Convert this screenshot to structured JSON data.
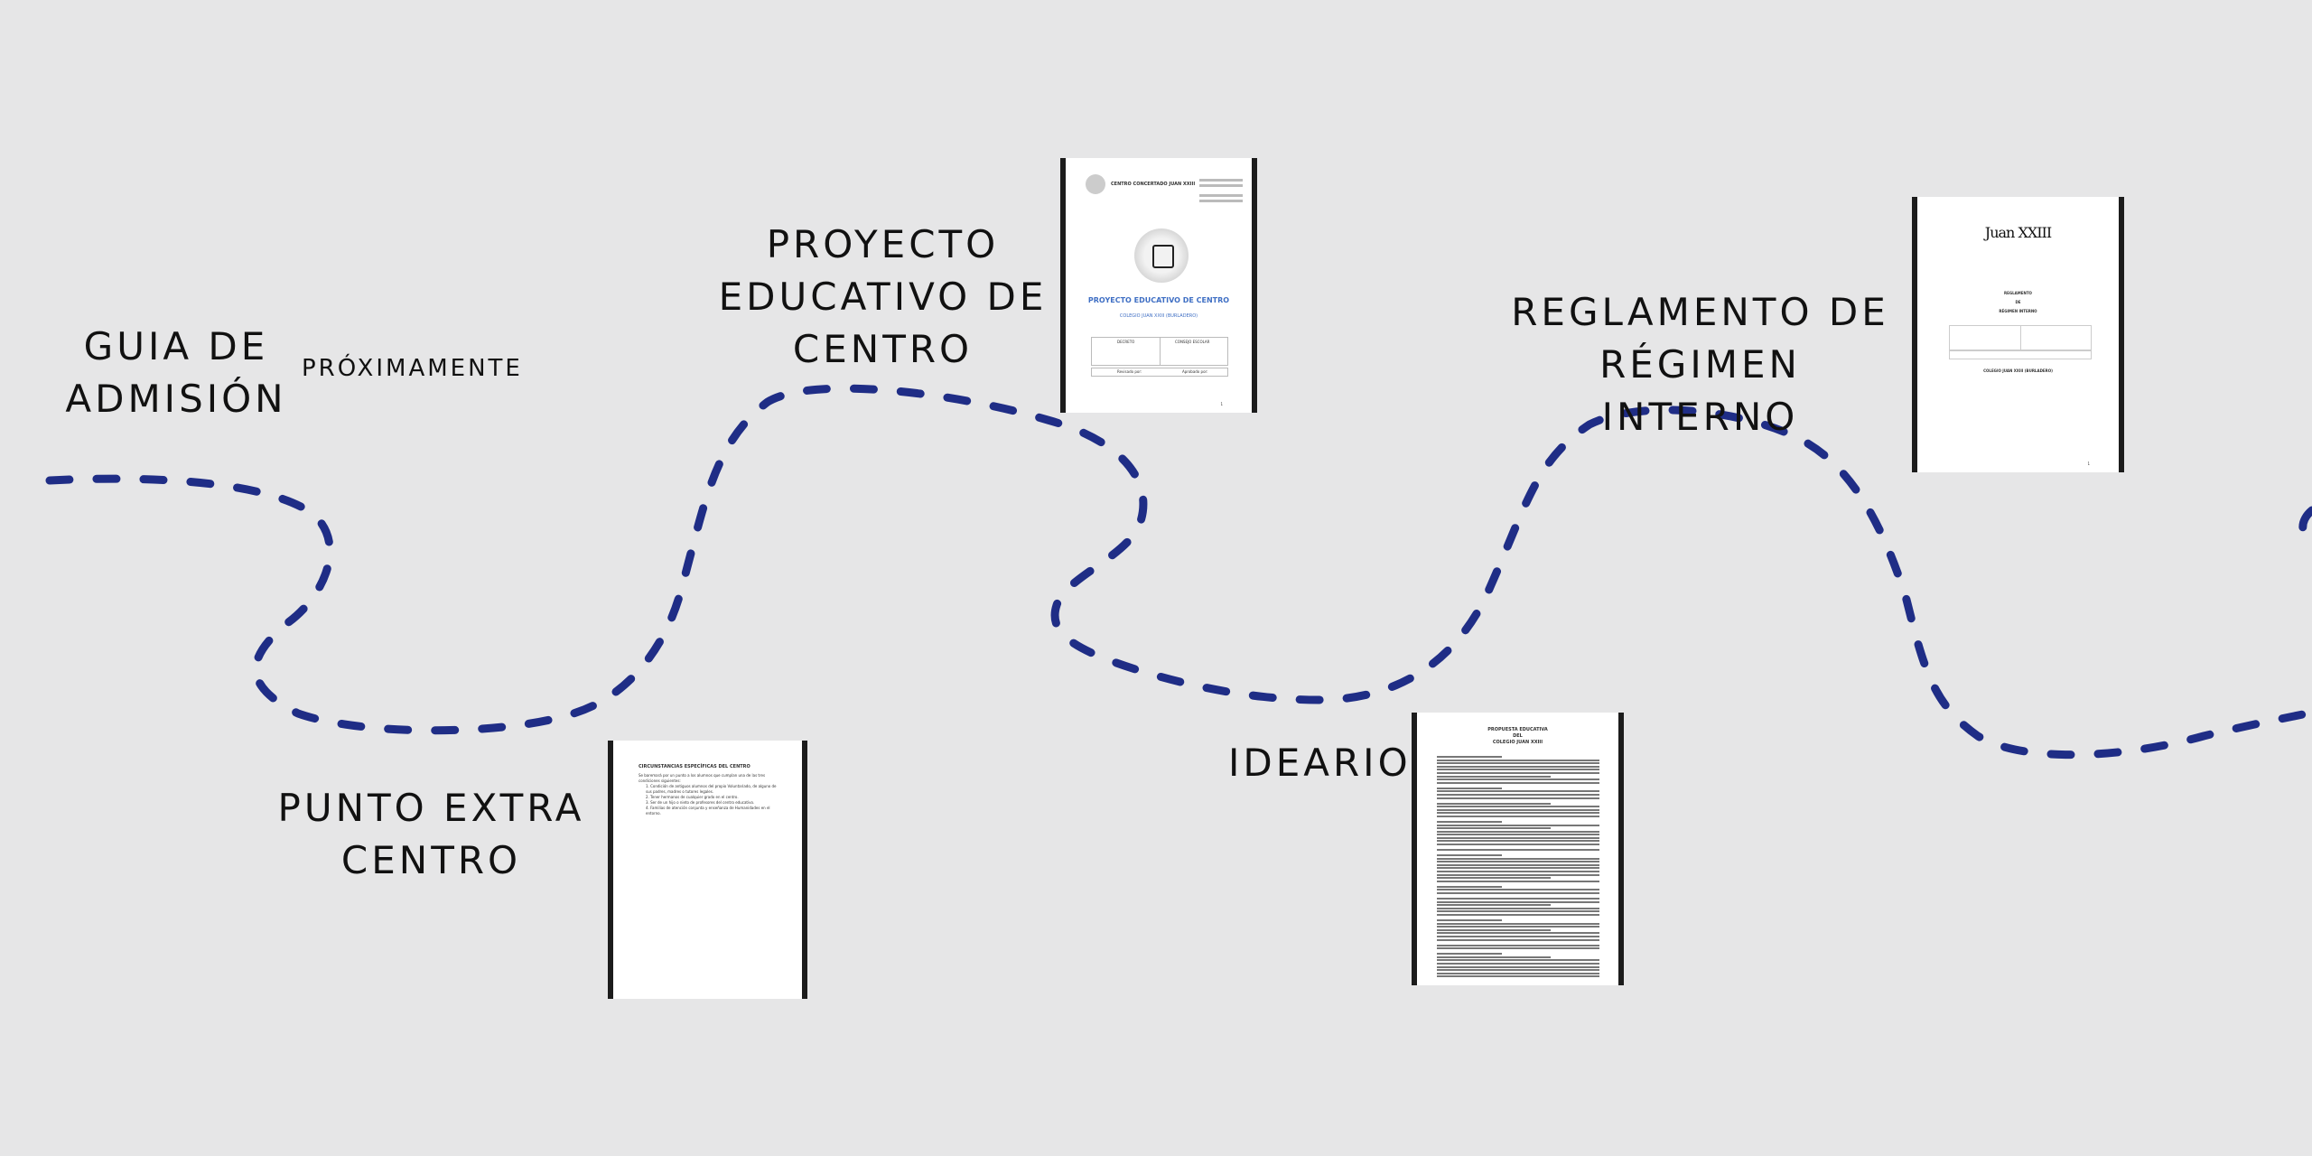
{
  "links": {
    "guia_admision": [
      "GUIA DE",
      "ADMISIÓN"
    ],
    "proximamente": "PRÓXIMAMENTE",
    "proyecto_educativo": [
      "PROYECTO",
      "EDUCATIVO DE",
      "CENTRO"
    ],
    "reglamento": [
      "REGLAMENTO DE",
      "RÉGIMEN INTERNO"
    ],
    "punto_extra": [
      "PUNTO EXTRA",
      "CENTRO"
    ],
    "ideario": "IDEARIO"
  },
  "docs": {
    "pec": {
      "header": "CENTRO CONCERTADO JUAN XXIII",
      "title": "PROYECTO EDUCATIVO DE CENTRO",
      "subtitle": "COLEGIO JUAN XXIII (BURLADERO)",
      "col1": "DECRETO",
      "col2": "CONSEJO ESCOLAR",
      "foot1": "Revisado por:",
      "foot2": "Aprobado por:",
      "page": "1"
    },
    "rri": {
      "logo": "Juan XXIII",
      "l1": "REGLAMENTO",
      "l2": "DE",
      "l3": "RÉGIMEN INTERNO",
      "foot": "COLEGIO JUAN XXIII (BURLADERO)",
      "page": "1"
    },
    "extra": {
      "heading": "CIRCUNSTANCIAS ESPECÍFICAS DEL CENTRO",
      "lines": [
        "Se baremará por un punto a los alumnos que cumplan una de las tres condiciones siguientes:",
        "1. Condición de antiguos alumnos del propio Voluntariado, de alguno de sus padres, madres o tutores legales.",
        "2. Tener hermanos de cualquier grado en el centro.",
        "3. Ser de un hijo o nieto de profesores del centro educativo.",
        "4. Familias de atención conjunta y enseñanza de Humanidades en el entorno."
      ]
    },
    "ideario": {
      "title1": "PROPUESTA EDUCATIVA",
      "title2": "DEL",
      "title3": "COLEGIO JUAN XXIII"
    }
  },
  "colors": {
    "path": "#1f2d86",
    "bg": "#e6e6e7"
  }
}
